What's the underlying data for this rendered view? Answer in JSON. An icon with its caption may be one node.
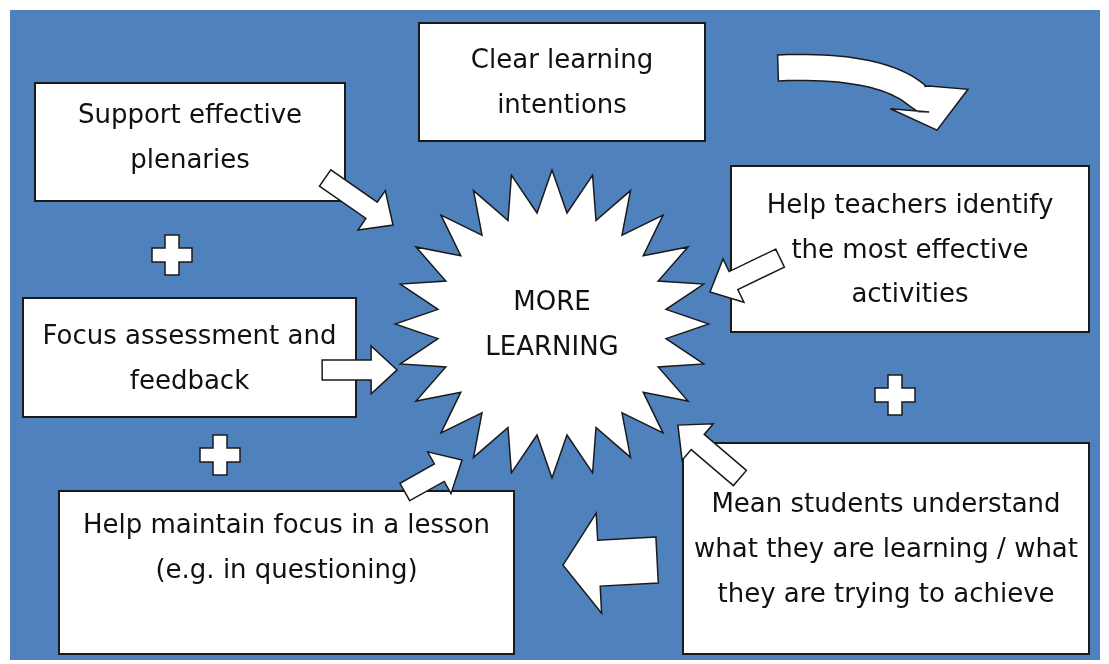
{
  "diagram": {
    "nodes": [
      {
        "text": [
          "Clear learning intentions"
        ]
      },
      {
        "text": [
          "Support effective plenaries"
        ]
      },
      {
        "text": [
          "Help teachers identify the most effective activities"
        ]
      },
      {
        "text": [
          "Focus assessment and feedback"
        ]
      },
      {
        "text": [
          "Help maintain focus in a lesson (e.g. in questioning)"
        ]
      },
      {
        "text": [
          "Mean students understand what they are learning / what they are trying to achieve"
        ]
      },
      {
        "text": [
          "MORE LEARNING"
        ]
      }
    ],
    "edges": [
      {
        "from": 1,
        "to": 6,
        "arrow": "to"
      },
      {
        "from": 3,
        "to": 6,
        "arrow": "to"
      },
      {
        "from": 4,
        "to": 6,
        "arrow": "to"
      },
      {
        "from": 5,
        "to": 6,
        "arrow": "to"
      },
      {
        "from": 2,
        "to": 6,
        "arrow": "to"
      },
      {
        "from": 0,
        "to": 2,
        "arrow": "to"
      },
      {
        "from": 5,
        "to": 4,
        "arrow": "to"
      }
    ]
  }
}
